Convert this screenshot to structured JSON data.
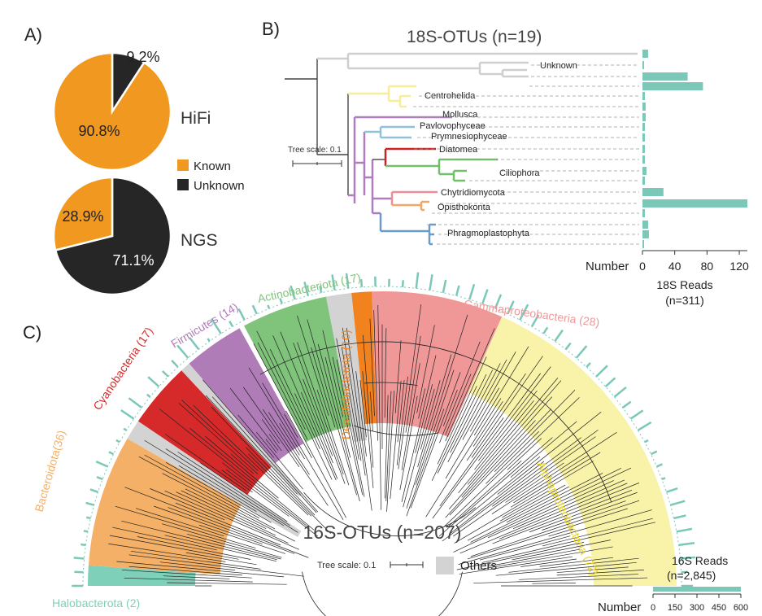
{
  "panels": {
    "a": {
      "label": "A)"
    },
    "b": {
      "label": "B)"
    },
    "c": {
      "label": "C)"
    }
  },
  "colors": {
    "known": "#f0981f",
    "unknown": "#262626",
    "bar": "#7cc8b8",
    "others": "#d3d3d3"
  },
  "legend": {
    "known": "Known",
    "unknown": "Unknown",
    "others": "Others"
  },
  "chart_data": [
    {
      "type": "pie",
      "title": "HiFi",
      "labels": [
        "Known",
        "Unknown"
      ],
      "values": [
        90.8,
        9.2
      ],
      "value_labels": [
        "90.8%",
        "9.2%"
      ]
    },
    {
      "type": "pie",
      "title": "NGS",
      "labels": [
        "Known",
        "Unknown"
      ],
      "values": [
        28.9,
        71.1
      ],
      "value_labels": [
        "28.9%",
        "71.1%"
      ]
    },
    {
      "type": "bar",
      "orientation": "horizontal",
      "title": "18S-OTUs (n=19)",
      "xlabel": "18S Reads",
      "xlabel_sub": "(n=311)",
      "axis_name": "Number",
      "xlim": [
        0,
        130
      ],
      "xticks": [
        0,
        40,
        80,
        120
      ],
      "values": [
        7,
        2,
        56,
        75,
        3,
        4,
        4,
        3,
        3,
        3,
        3,
        5,
        3,
        26,
        130,
        3,
        7,
        8,
        2
      ],
      "clade_labels": [
        "Unknown",
        "Centrohelida",
        "Mollusca",
        "Pavlovophyceae",
        "Prymnesiophyceae",
        "Diatomea",
        "Ciliophora",
        "Chytridiomycota",
        "Opisthokonta",
        "Phragmoplastophyta"
      ],
      "tree_scale": "Tree scale: 0.1"
    },
    {
      "type": "bar",
      "orientation": "radial",
      "title": "16S-OTUs (n=207)",
      "xlabel": "16S Reads",
      "xlabel_sub": "(n=2,845)",
      "axis_name": "Number",
      "xlim": [
        0,
        600
      ],
      "xticks": [
        0,
        150,
        300,
        450,
        600
      ],
      "clades": [
        "Halobacterota (2)",
        "Bacteroidota(36)",
        "Cyanobacteria (17)",
        "Firmicutes (14)",
        "Actinobacteriota (17)",
        "Desulfobacterota (10)",
        "Gammaproteobacteria (28)",
        "Alphaproteobacteria (72)"
      ],
      "clade_colors": [
        "#7fd0b8",
        "#f4b066",
        "#d62a2a",
        "#b07cb8",
        "#80c47c",
        "#f2821e",
        "#f09898",
        "#f8f3a8"
      ],
      "tree_scale": "Tree scale: 0.1"
    }
  ]
}
